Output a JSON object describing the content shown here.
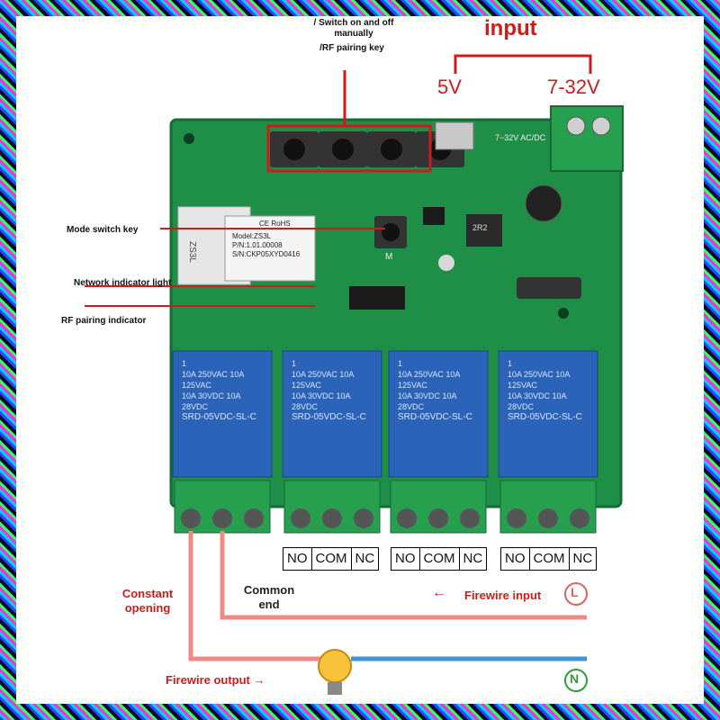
{
  "labels": {
    "switch_manual": "/ Switch on and off manually",
    "rf_pairing_key": "/RF pairing key",
    "input": "input",
    "v5": "5V",
    "v7_32": "7-32V",
    "mode_switch": "Mode switch key",
    "network_indicator": "Network indicator light",
    "rf_indicator": "RF pairing indicator",
    "constant_opening": "Constant opening",
    "common_end": "Common end",
    "firewire_input": "Firewire input",
    "firewire_output": "Firewire output →",
    "arrow_left": "←",
    "live_symbol": "L",
    "neutral_symbol": "N"
  },
  "board": {
    "module_text": [
      "Model:ZS3L",
      "P/N:1.01.00008",
      "S/N:CKP05XYD0416"
    ],
    "side_label": "ZS3L",
    "ce_text": "CE RoHS",
    "m_label": "M",
    "acdc_label": "7~32V AC/DC",
    "inductor_text": "2R2"
  },
  "relays": [
    {
      "num": "1",
      "model": "SRD-05VDC-SL-C",
      "rating1": "10A 250VAC 10A 125VAC",
      "rating2": "10A 30VDC 10A 28VDC"
    },
    {
      "num": "1",
      "model": "SRD-05VDC-SL-C",
      "rating1": "10A 250VAC 10A 125VAC",
      "rating2": "10A 30VDC 10A 28VDC"
    },
    {
      "num": "1",
      "model": "SRD-05VDC-SL-C",
      "rating1": "10A 250VAC 10A 125VAC",
      "rating2": "10A 30VDC 10A 28VDC"
    },
    {
      "num": "1",
      "model": "SRD-05VDC-SL-C",
      "rating1": "10A 250VAC 10A 125VAC",
      "rating2": "10A 30VDC 10A 28VDC"
    }
  ],
  "terminal_groups": [
    [
      "NO",
      "COM",
      "NC"
    ],
    [
      "NO",
      "COM",
      "NC"
    ],
    [
      "NO",
      "COM",
      "NC"
    ]
  ],
  "colors": {
    "pcb": "#1f8f48",
    "relay": "#2a63b8",
    "terminal": "#26a04f",
    "red": "#d01b1b",
    "wire_red": "#f08a84",
    "wire_blue": "#3d95d8",
    "live_circle": "#e06060",
    "neutral_circle": "#2e9d3a"
  }
}
